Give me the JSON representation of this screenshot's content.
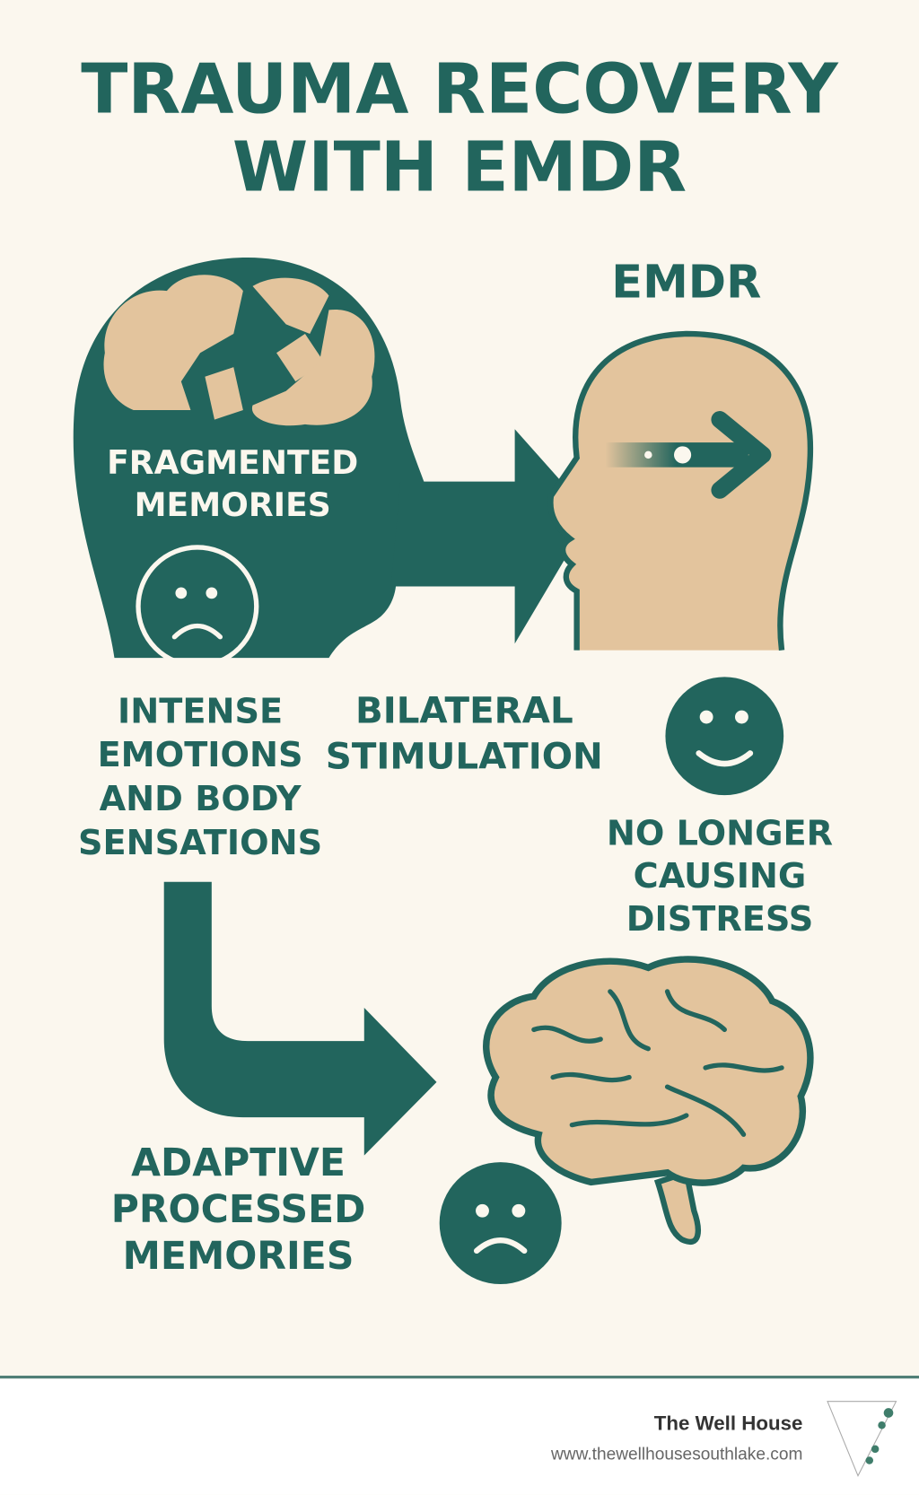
{
  "title": {
    "line1": "TRAUMA RECOVERY",
    "line2": "WITH EMDR"
  },
  "labels": {
    "emdr": "EMDR",
    "fragmented": [
      "FRAGMENTED",
      "MEMORIES"
    ],
    "intense": [
      "INTENSE",
      "EMOTIONS",
      "AND BODY",
      "SENSATIONS"
    ],
    "bilateral": [
      "BILATERAL",
      "STIMULATION"
    ],
    "no_longer": [
      "NO LONGER",
      "CAUSING",
      "DISTRESS"
    ],
    "adaptive": [
      "ADAPTIVE",
      "PROCESSED",
      "MEMORIES"
    ]
  },
  "footer": {
    "brand": "The Well House",
    "url": "www.thewellhousesouthlake.com",
    "logo_text": "The Well House"
  },
  "colors": {
    "teal": "#22655d",
    "tan": "#e3c49d",
    "background": "#fbf7ee"
  }
}
